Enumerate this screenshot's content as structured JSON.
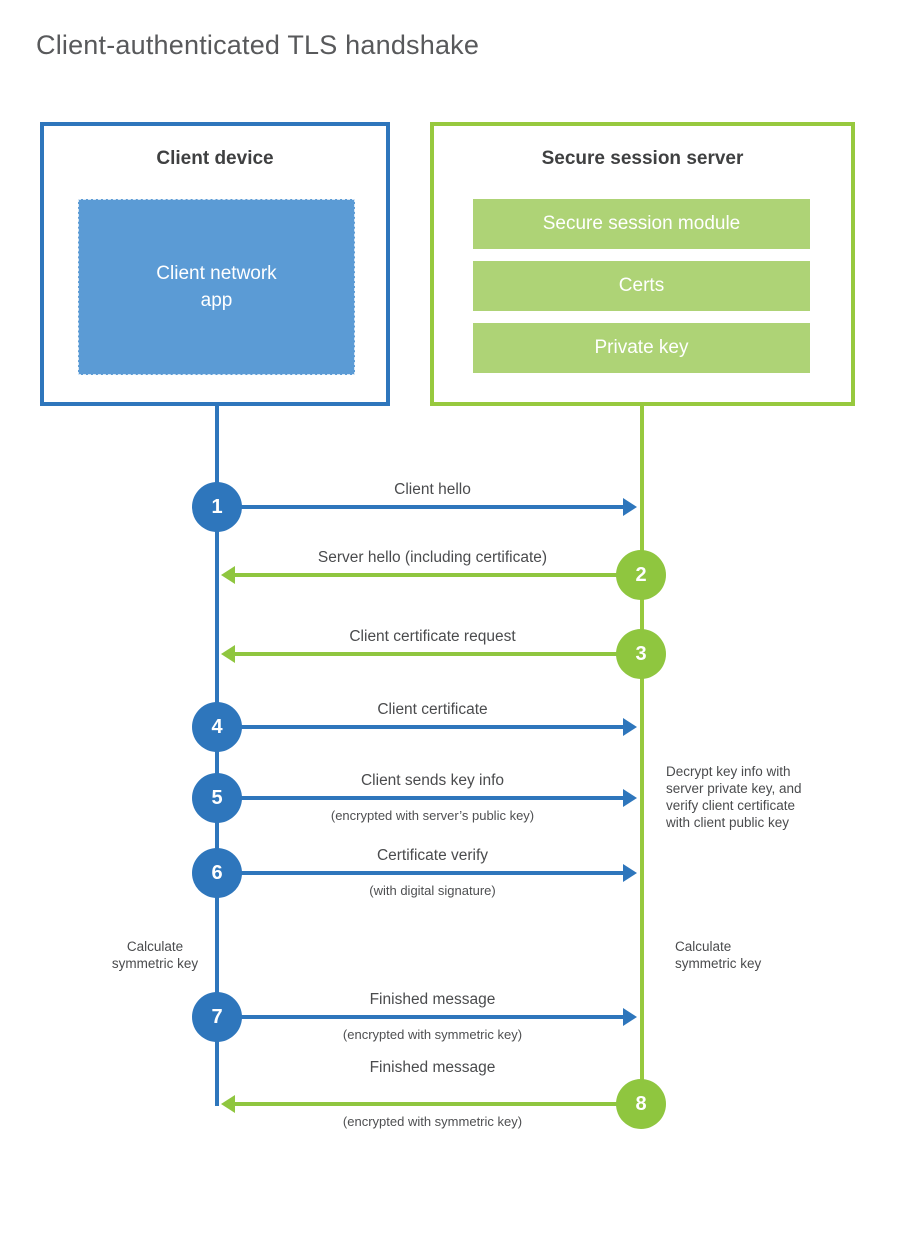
{
  "title": "Client-authenticated TLS handshake",
  "client_box": {
    "title": "Client device",
    "app_label": "Client network\napp"
  },
  "server_box": {
    "title": "Secure session server",
    "modules": [
      "Secure session module",
      "Certs",
      "Private key"
    ]
  },
  "messages": [
    {
      "number": "1",
      "label": "Client hello",
      "sub": "",
      "direction": "right",
      "color": "blue"
    },
    {
      "number": "2",
      "label": "Server hello (including certificate)",
      "sub": "",
      "direction": "left",
      "color": "green"
    },
    {
      "number": "3",
      "label": "Client certificate request",
      "sub": "",
      "direction": "left",
      "color": "green"
    },
    {
      "number": "4",
      "label": "Client certificate",
      "sub": "",
      "direction": "right",
      "color": "blue"
    },
    {
      "number": "5",
      "label": "Client sends key info",
      "sub": "(encrypted with server’s public key)",
      "direction": "right",
      "color": "blue"
    },
    {
      "number": "6",
      "label": "Certificate verify",
      "sub": "(with digital signature)",
      "direction": "right",
      "color": "blue"
    },
    {
      "number": "7",
      "label": "Finished message",
      "sub": "(encrypted with symmetric key)",
      "direction": "right",
      "color": "blue"
    },
    {
      "number": "8",
      "label": "Finished message",
      "sub": "(encrypted with symmetric key)",
      "direction": "left",
      "color": "green"
    }
  ],
  "notes": {
    "decrypt_note": "Decrypt key info with\nserver private key, and\nverify client certificate\nwith client public key",
    "calc_left": "Calculate\nsymmetric key",
    "calc_right": "Calculate\nsymmetric key"
  },
  "colors": {
    "blue_accent": "#2e76bc",
    "blue_fill": "#5b9bd5",
    "green_accent": "#8fc63f",
    "green_fill": "#aed376",
    "title_text": "#58595b",
    "label_text": "#4a4b4d"
  }
}
